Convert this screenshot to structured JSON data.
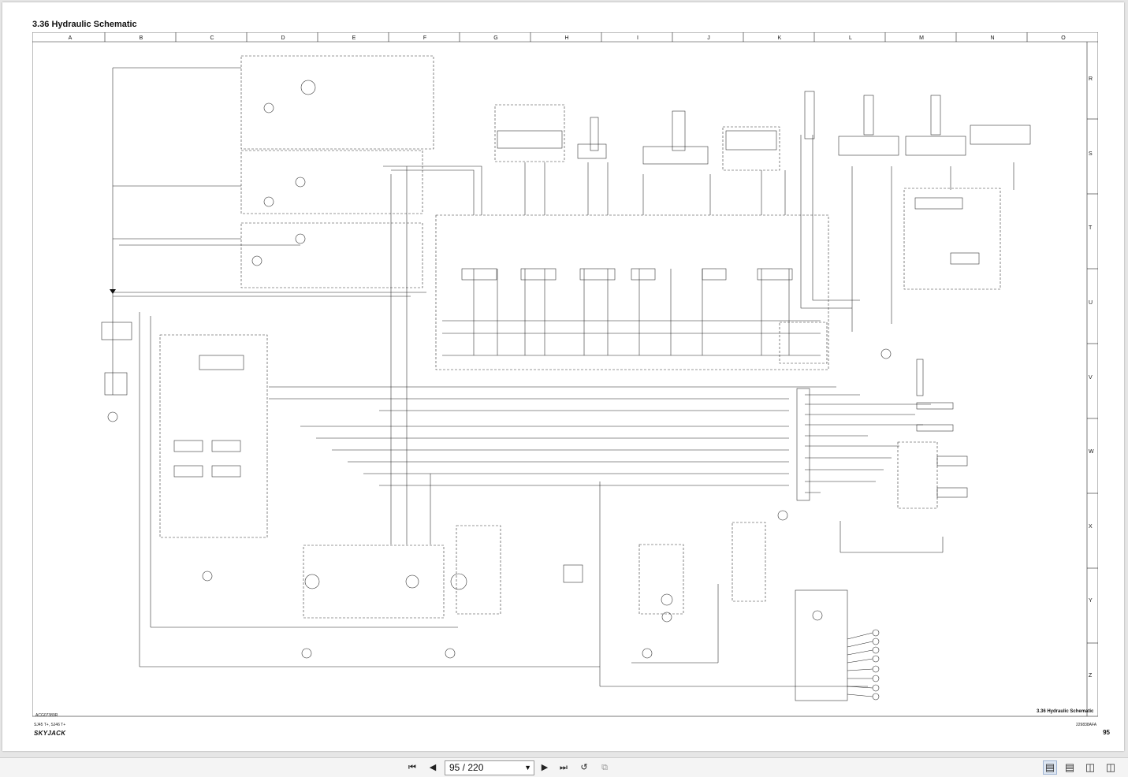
{
  "document": {
    "section_title": "3.36  Hydraulic Schematic",
    "columns": [
      "A",
      "B",
      "C",
      "D",
      "E",
      "F",
      "G",
      "H",
      "I",
      "J",
      "K",
      "L",
      "M",
      "N",
      "O"
    ],
    "rows": [
      "R",
      "S",
      "T",
      "U",
      "V",
      "W",
      "X",
      "Y",
      "Z"
    ],
    "footer_left_code": "ACG07389R",
    "footer_model": "SJ45 T+, SJ46 T+",
    "footer_brand": "SKYJACK",
    "footer_right_title": "3.36  Hydraulic Schematic",
    "footer_part_no": "229838AFA",
    "page_number": "95"
  },
  "toolbar": {
    "first_page_icon": "first-page-icon",
    "prev_page_icon": "prev-page-icon",
    "page_value": "95 / 220",
    "next_page_icon": "next-page-icon",
    "last_page_icon": "last-page-icon",
    "rotate_icon": "rotate-icon",
    "copy_icon": "copy-icon",
    "view_icons": [
      "single-page-icon",
      "continuous-page-icon",
      "two-page-icon",
      "two-page-continuous-icon"
    ]
  }
}
